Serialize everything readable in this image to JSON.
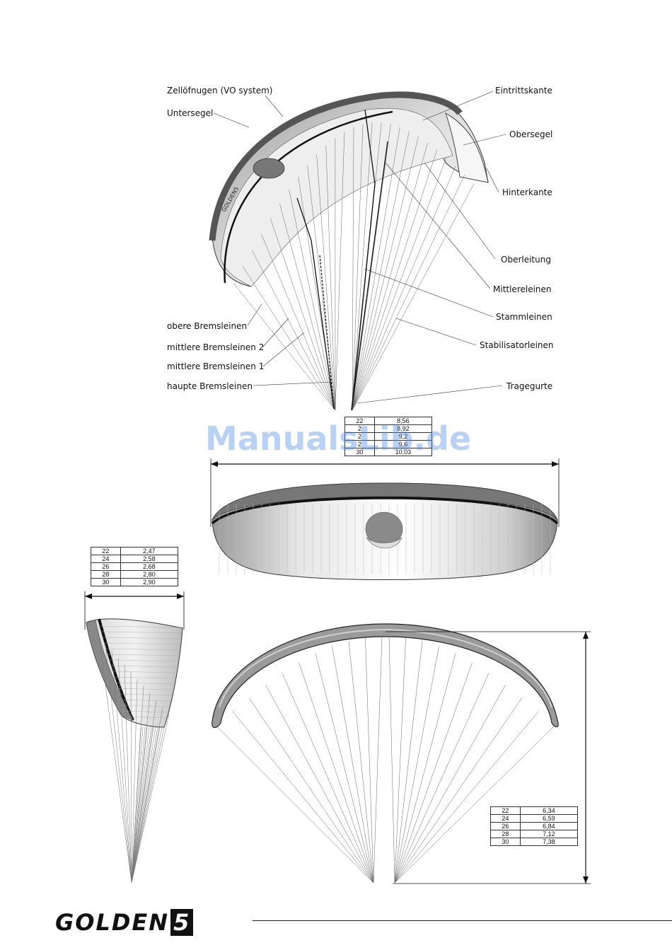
{
  "labels_left": [
    {
      "id": "zelloeffnungen",
      "text": "Zellöfnugen (VO system)"
    },
    {
      "id": "untersegel",
      "text": "Untersegel"
    },
    {
      "id": "obere-bremsleinen",
      "text": "obere Bremsleinen"
    },
    {
      "id": "mittlere-bremsleinen-2",
      "text": "mittlere  Bremsleinen 2"
    },
    {
      "id": "mittlere-bremsleinen-1",
      "text": "mittlere  Bremsleinen 1"
    },
    {
      "id": "haupte-bremsleinen",
      "text": "haupte  Bremsleinen"
    }
  ],
  "labels_right": [
    {
      "id": "eintrittskante",
      "text": "Eintrittskante"
    },
    {
      "id": "obersegel",
      "text": "Obersegel"
    },
    {
      "id": "hinterkante",
      "text": "Hinterkante"
    },
    {
      "id": "oberleitung",
      "text": "Oberleitung"
    },
    {
      "id": "mittlereleinen",
      "text": "Mittlereleinen"
    },
    {
      "id": "stammleinen",
      "text": "Stammleinen"
    },
    {
      "id": "stabilisatorleinen",
      "text": "Stabilisatorleinen"
    },
    {
      "id": "tragegurte",
      "text": "Tragegurte"
    }
  ],
  "table_span": [
    [
      "22",
      "8,56"
    ],
    [
      "2",
      "8,92"
    ],
    [
      "2",
      "9,2"
    ],
    [
      "2",
      "9,6"
    ],
    [
      "30",
      "10,03"
    ]
  ],
  "table_chord": [
    [
      "22",
      "2,47"
    ],
    [
      "24",
      "2,58"
    ],
    [
      "26",
      "2,68"
    ],
    [
      "28",
      "2,80"
    ],
    [
      "30",
      "2,90"
    ]
  ],
  "table_height": [
    [
      "22",
      "6,34"
    ],
    [
      "24",
      "6,59"
    ],
    [
      "26",
      "6,84"
    ],
    [
      "28",
      "7,12"
    ],
    [
      "30",
      "7,38"
    ]
  ],
  "watermark": "ManualsLib.de",
  "brand": {
    "name": "GOLDEN",
    "number": "5"
  }
}
